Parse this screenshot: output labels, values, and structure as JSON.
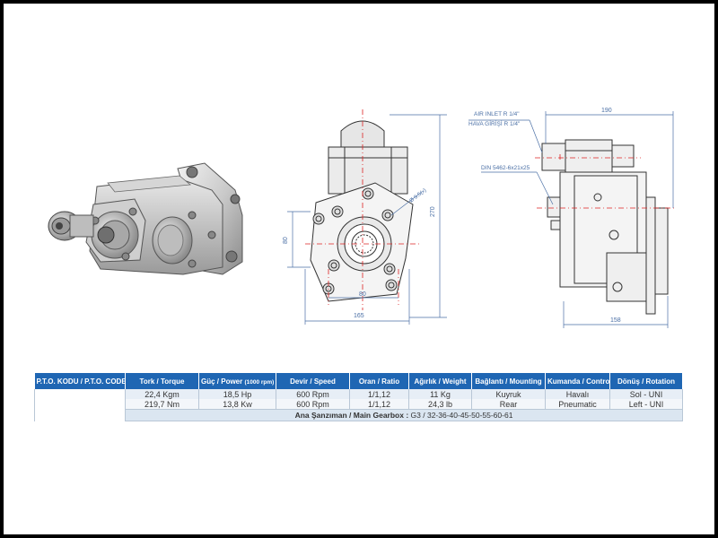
{
  "drawing": {
    "dims": {
      "height_270": "270",
      "height_80": "80",
      "width_80": "80",
      "width_165": "165",
      "hole_dia": "Ø 9.5(x)",
      "width_190": "190",
      "width_158": "158"
    },
    "labels": {
      "air_inlet_en": "AIR INLET R 1/4\"",
      "air_inlet_tr": "HAVA  GİRİŞİ R 1/4\"",
      "din_spec": "DIN 5462-6x21x25"
    }
  },
  "table": {
    "headers": {
      "code": "P.T.O. KODU / P.T.O. CODE",
      "torque": "Tork / Torque",
      "power": "Güç / Power",
      "power_note": "(1000 rpm)",
      "speed": "Devir / Speed",
      "ratio": "Oran / Ratio",
      "weight": "Ağırlık / Weight",
      "mounting": "Bağlantı / Mounting",
      "control": "Kumanda / Control",
      "rotation": "Dönüş / Rotation"
    },
    "rows": [
      {
        "torque": "22,4 Kgm",
        "power": "18,5 Hp",
        "speed": "600 Rpm",
        "ratio": "1/1,12",
        "weight": "11 Kg",
        "mounting": "Kuyruk",
        "control": "Havalı",
        "rotation": "Sol - UNI"
      },
      {
        "torque": "219,7 Nm",
        "power": "13,8 Kw",
        "speed": "600 Rpm",
        "ratio": "1/1,12",
        "weight": "24,3 lb",
        "mounting": "Rear",
        "control": "Pneumatic",
        "rotation": "Left - UNI"
      }
    ],
    "gearbox_label": "Ana Şanzıman / Main Gearbox :",
    "gearbox_value": "G3 / 32-36-40-45-50-55-60-61"
  }
}
